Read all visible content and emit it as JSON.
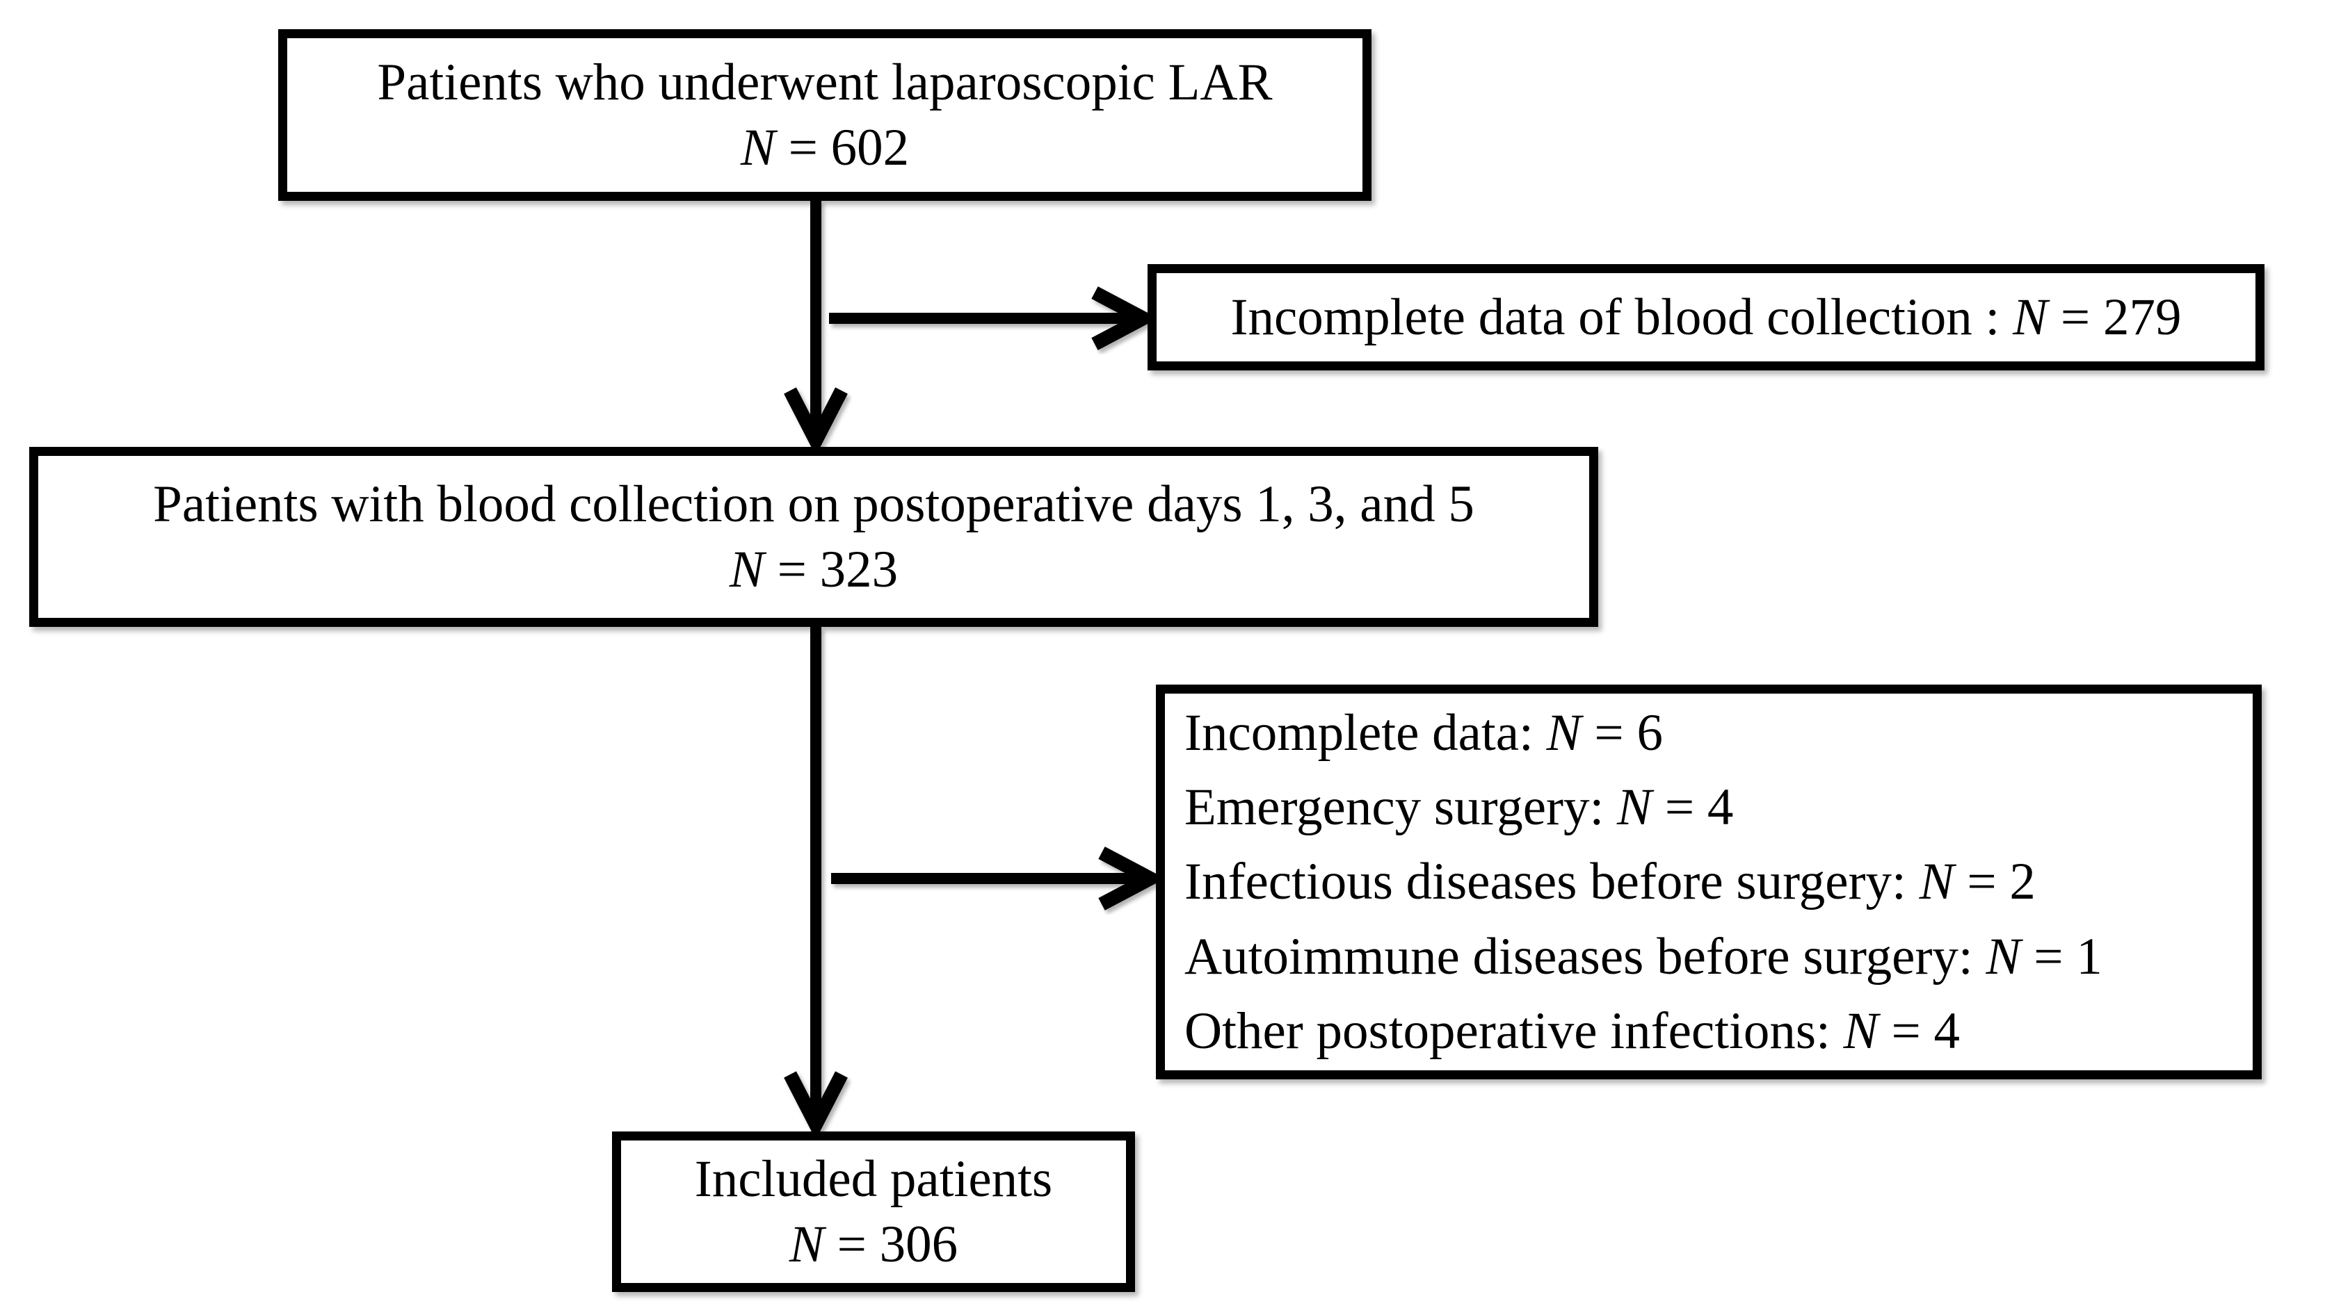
{
  "diagram": {
    "colors": {
      "ink": "#000000",
      "paper": "#ffffff"
    },
    "icons": {
      "down_arrow": "↓",
      "right_arrow": "→"
    },
    "top_box": {
      "line1": "Patients who underwent laparoscopic LAR",
      "n_italic": "N",
      "n_rest": " = 602"
    },
    "excluded_box_1": {
      "prefix": "Incomplete data of blood collection : ",
      "n_italic": "N",
      "n_rest": " = 279"
    },
    "middle_box": {
      "line1": "Patients with blood collection on postoperative days 1, 3, and 5",
      "n_italic": "N",
      "n_rest": " = 323"
    },
    "excluded_box_2": {
      "items": [
        {
          "prefix": "Incomplete data: ",
          "n_italic": "N",
          "n_rest": " = 6"
        },
        {
          "prefix": "Emergency surgery: ",
          "n_italic": "N",
          "n_rest": " = 4"
        },
        {
          "prefix": "Infectious diseases before surgery: ",
          "n_italic": "N",
          "n_rest": " = 2"
        },
        {
          "prefix": "Autoimmune diseases before surgery: ",
          "n_italic": "N",
          "n_rest": " = 1"
        },
        {
          "prefix": "Other postoperative infections: ",
          "n_italic": "N",
          "n_rest": " = 4"
        }
      ]
    },
    "bottom_box": {
      "line1": "Included patients",
      "n_italic": "N",
      "n_rest": " = 306"
    }
  }
}
